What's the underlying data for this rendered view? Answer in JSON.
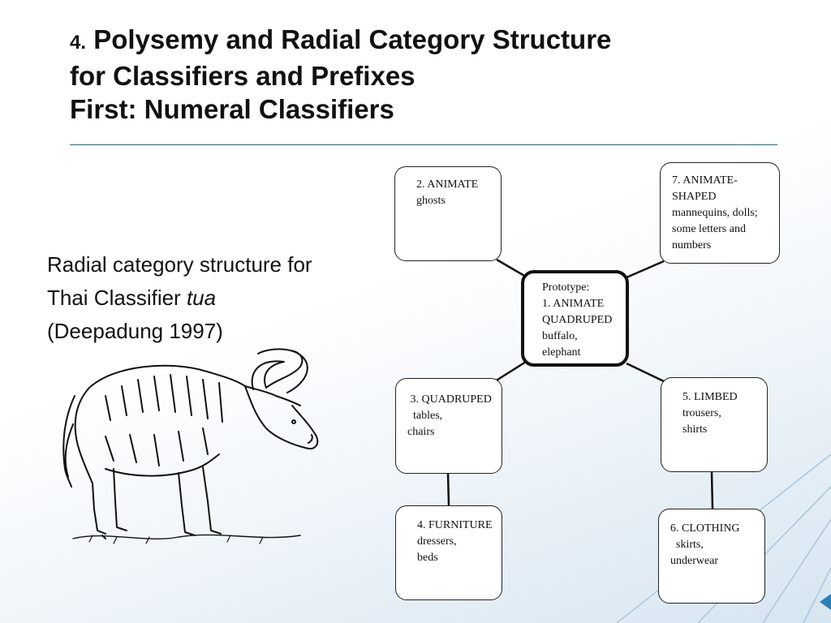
{
  "slide": {
    "title_number": "4.",
    "title_line1": "Polysemy and Radial Category Structure",
    "title_line2": "for Classifiers and Prefixes",
    "title_line3": "First: Numeral Classifiers",
    "caption_line1": "Radial category structure for",
    "caption_line2_prefix": "Thai Classifier ",
    "caption_line2_term": "tua",
    "caption_line3": "(Deepadung 1997)"
  },
  "diagram": {
    "prototype": [
      "Prototype:",
      "1. ANIMATE",
      "QUADRUPED",
      "buffalo,",
      "elephant"
    ],
    "animate": [
      " 2. ANIMATE",
      "ghosts"
    ],
    "animate_shaped": [
      "7. ANIMATE-",
      "SHAPED",
      "mannequins, dolls;",
      "some letters and",
      "numbers"
    ],
    "quadruped": [
      " 3. QUADRUPED",
      "  tables,",
      "chairs"
    ],
    "limbed": [
      "5. LIMBED",
      "trousers,",
      "shirts"
    ],
    "furniture": [
      "4. FURNITURE",
      "dressers,",
      "beds"
    ],
    "clothing": [
      "6. CLOTHING",
      "  skirts,",
      "underwear"
    ]
  },
  "colors": {
    "accent_rule": "#1f6f7a",
    "deco_lines": "#9cc0d8"
  },
  "icons": {
    "buffalo": "water-buffalo-illustration"
  }
}
